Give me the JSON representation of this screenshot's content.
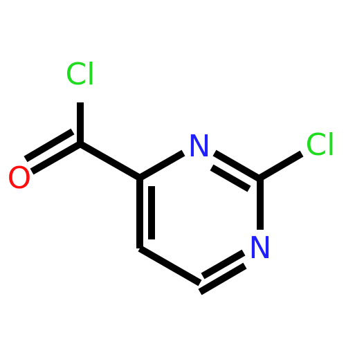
{
  "molecule": {
    "atoms": {
      "cl_acyl": {
        "symbol": "Cl",
        "color": "#1fdc1f"
      },
      "o_carbonyl": {
        "symbol": "O",
        "color": "#ff0d0d"
      },
      "n3": {
        "symbol": "N",
        "color": "#1f1fff"
      },
      "n1": {
        "symbol": "N",
        "color": "#1f1fff"
      },
      "cl_ring": {
        "symbol": "Cl",
        "color": "#1fdc1f"
      }
    },
    "bond_color": "#000000"
  }
}
